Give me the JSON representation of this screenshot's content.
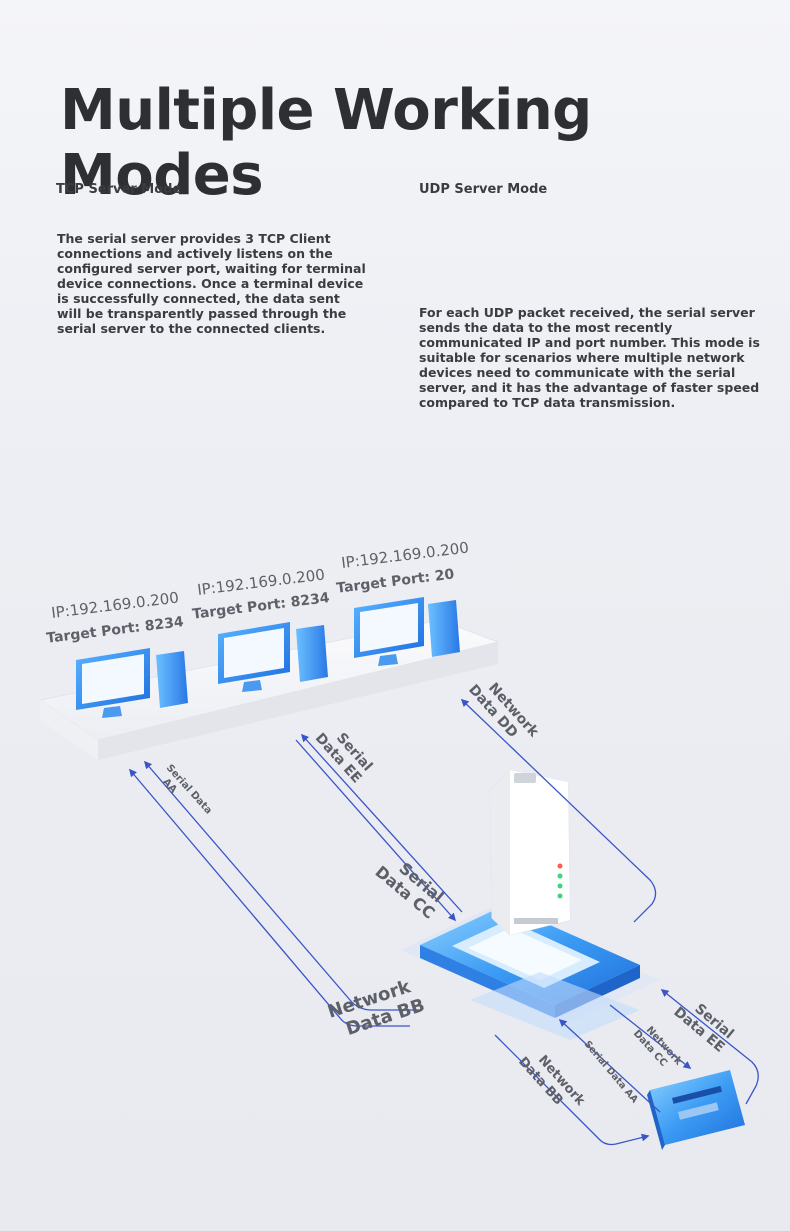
{
  "title": "Multiple Working Modes",
  "tcp": {
    "heading": "TCP Server Mode",
    "description": "The serial server provides 3 TCP Client connections and actively listens on the configured server port, waiting for terminal device connections. Once a terminal device is successfully connected, the data sent will be transparently passed through the serial server to the connected clients."
  },
  "udp": {
    "heading": "UDP Server Mode",
    "description": "For each UDP packet received, the serial server sends the data to the most recently communicated IP and port number. This mode is suitable for scenarios where multiple network devices need to communicate with the serial server, and it has the advantage of faster speed compared to TCP data transmission."
  },
  "clients": [
    {
      "ip": "IP:192.169.0.200",
      "port": "Target Port: 8234"
    },
    {
      "ip": "IP:192.169.0.200",
      "port": "Target Port: 8234"
    },
    {
      "ip": "IP:192.169.0.200",
      "port": "Target Port: 20"
    }
  ],
  "flows": {
    "serial_aa_1": "Serial Data",
    "serial_aa_2": "AA",
    "serial_ee_1": "Serial",
    "serial_ee_2": "Data EE",
    "network_dd_1": "Network",
    "network_dd_2": "Data DD",
    "serial_cc_1": "Serial",
    "serial_cc_2": "Data CC",
    "network_bb_1": "Network",
    "network_bb_2": "Data BB",
    "serial_ee_b_1": "Serial",
    "serial_ee_b_2": "Data EE",
    "network_cc_b_1": "Network",
    "network_cc_b_2": "Data CC",
    "serial_aa_b": "Serial Data AA",
    "network_bb_b_1": "Network",
    "network_bb_b_2": "Data BB"
  },
  "colors": {
    "title": "#2d2f33",
    "accent_blue": "#3d7fe0",
    "arrow": "#3a55c8",
    "platform": "#f3f4f7"
  }
}
